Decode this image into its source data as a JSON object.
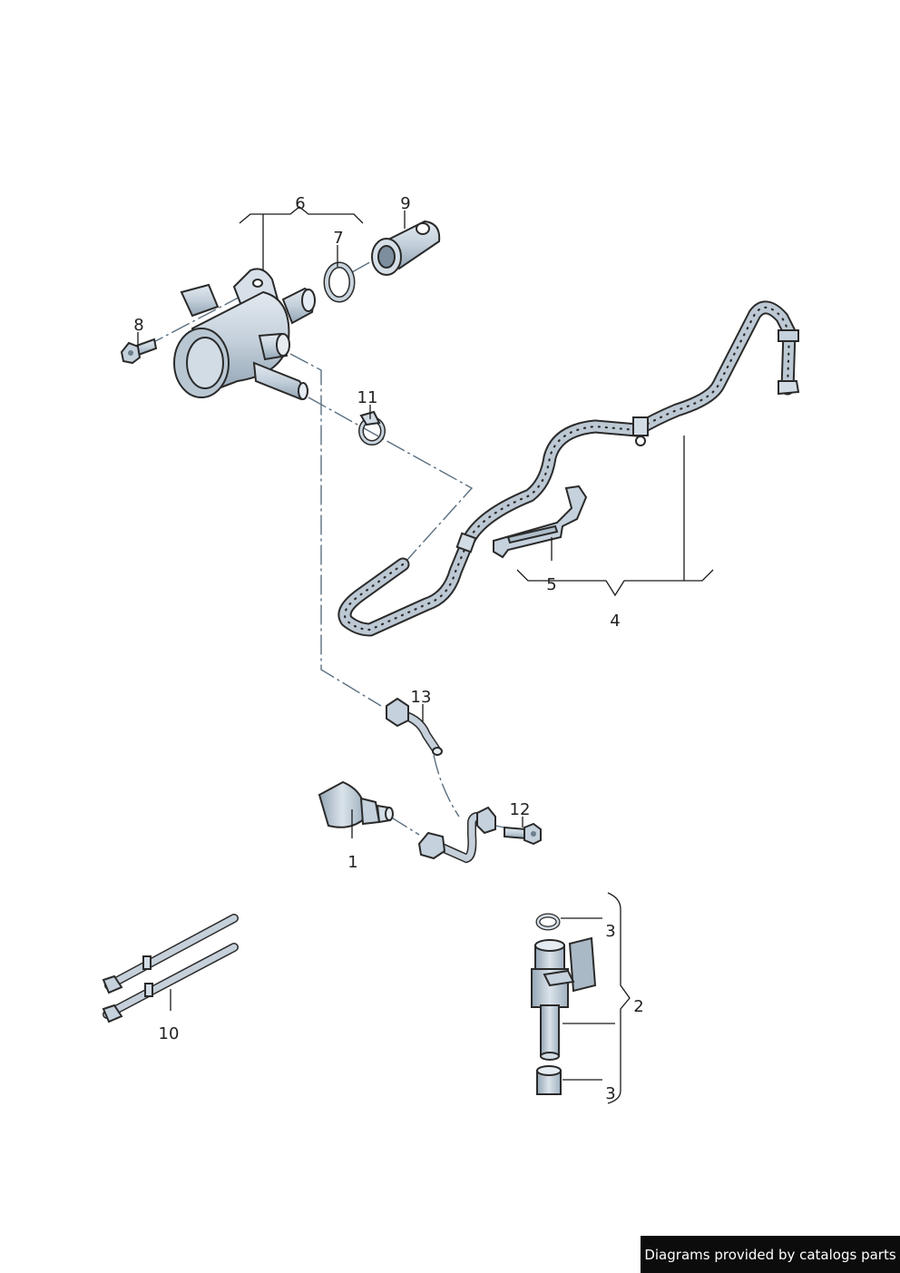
{
  "callouts": {
    "c1": "1",
    "c2": "2",
    "c3a": "3",
    "c3b": "3",
    "c4": "4",
    "c5": "5",
    "c6": "6",
    "c7": "7",
    "c8": "8",
    "c9": "9",
    "c10": "10",
    "c11": "11",
    "c12": "12",
    "c13": "13"
  },
  "footer": {
    "text": "Diagrams provided by catalogs parts"
  },
  "colors": {
    "part_fill": "#c9d4de",
    "part_shadow": "#9fb0bf",
    "dash_line": "#5a6f80",
    "footer_bg": "#0c0c0c"
  }
}
